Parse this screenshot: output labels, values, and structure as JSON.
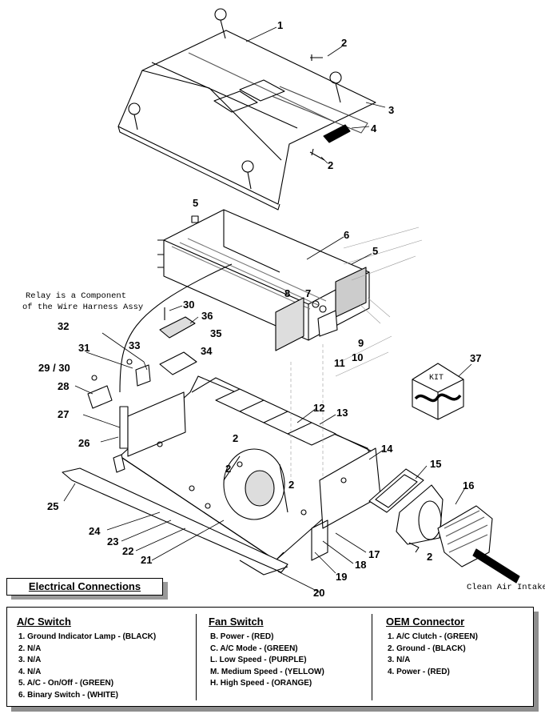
{
  "callouts": [
    "1",
    "2",
    "3",
    "4",
    "2",
    "5",
    "6",
    "5",
    "7",
    "8",
    "9",
    "10",
    "11",
    "30",
    "36",
    "35",
    "34",
    "33",
    "32",
    "31",
    "29 / 30",
    "28",
    "27",
    "26",
    "25",
    "24",
    "23",
    "22",
    "21",
    "20",
    "19",
    "18",
    "17",
    "2",
    "2",
    "2",
    "12",
    "13",
    "14",
    "15",
    "16",
    "2",
    "37"
  ],
  "relay_note": [
    "Relay is a Component",
    "of the Wire Harness Assy"
  ],
  "clean_air_label": "Clean Air Intake",
  "kit_label": "KIT",
  "electrical_title": "Electrical Connections",
  "sections": [
    {
      "title": "A/C Switch",
      "items": [
        "1.  Ground Indicator Lamp - (BLACK)",
        "2.  N/A",
        "3.  N/A",
        "4.  N/A",
        "5.  A/C - On/Off - (GREEN)",
        "6.  Binary Switch - (WHITE)"
      ]
    },
    {
      "title": "Fan Switch",
      "items": [
        "B.  Power - (RED)",
        "C.  A/C Mode - (GREEN)",
        "L.  Low Speed - (PURPLE)",
        "M.  Medium Speed - (YELLOW)",
        "H.  High Speed - (ORANGE)"
      ]
    },
    {
      "title": "OEM Connector",
      "items": [
        "1.  A/C Clutch - (GREEN)",
        "2.  Ground - (BLACK)",
        "3.  N/A",
        "4. Power - (RED)"
      ]
    }
  ]
}
